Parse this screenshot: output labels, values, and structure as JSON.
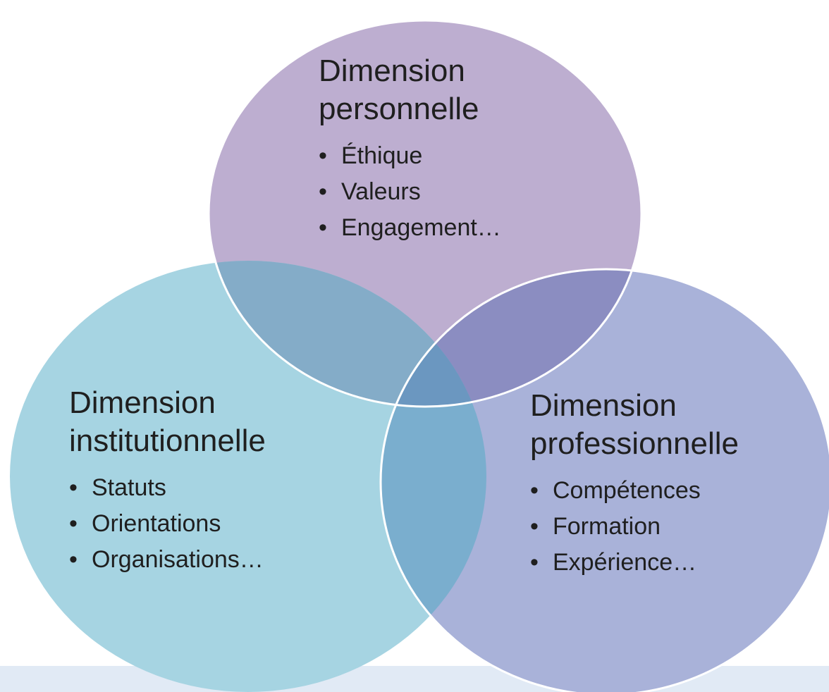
{
  "colors": {
    "personal": "#bdaed0",
    "institutional": "#a6d4e2",
    "professional": "#a9b2d9",
    "overlap_personal_institutional": "#84acc8",
    "overlap_personal_professional": "#8b8dc1",
    "overlap_institutional_professional": "#7aaece",
    "overlap_center": "#6b97c0",
    "outline": "#ffffff",
    "footer_band": "#e1eaf5"
  },
  "circles": [
    {
      "id": "personnelle",
      "title_line1": "Dimension",
      "title_line2": "personnelle",
      "items": [
        "Éthique",
        "Valeurs",
        "Engagement…"
      ]
    },
    {
      "id": "institutionnelle",
      "title_line1": "Dimension",
      "title_line2": "institutionnelle",
      "items": [
        "Statuts",
        "Orientations",
        "Organisations…"
      ]
    },
    {
      "id": "professionnelle",
      "title_line1": "Dimension",
      "title_line2": "professionnelle",
      "items": [
        "Compétences",
        "Formation",
        "Expérience…"
      ]
    }
  ]
}
